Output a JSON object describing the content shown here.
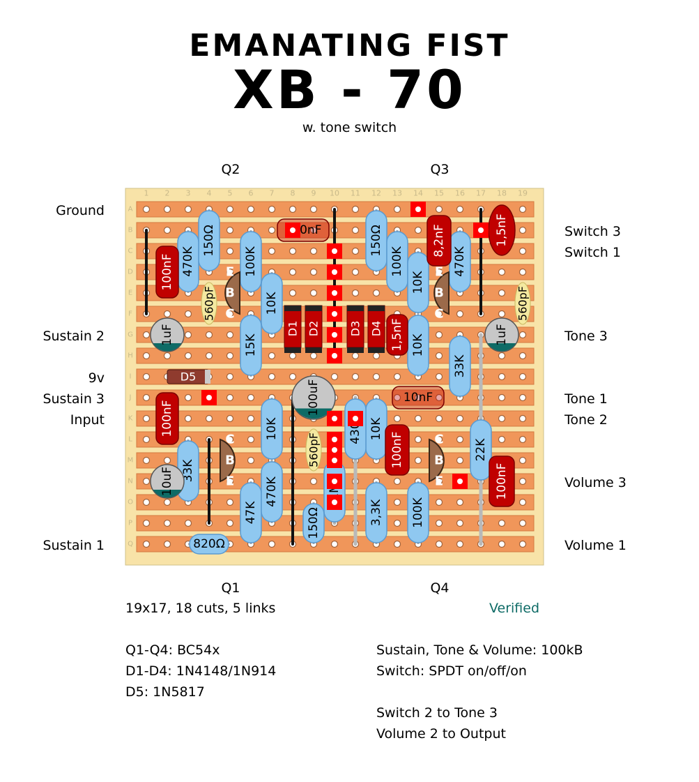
{
  "header": {
    "brand": "EMANATING FIST",
    "model": "XB - 70",
    "subtitle": "w. tone switch"
  },
  "transistor_labels": {
    "q1": "Q1",
    "q2": "Q2",
    "q3": "Q3",
    "q4": "Q4"
  },
  "board": {
    "columns": [
      "1",
      "2",
      "3",
      "4",
      "5",
      "6",
      "7",
      "8",
      "9",
      "10",
      "11",
      "12",
      "13",
      "14",
      "15",
      "16",
      "17",
      "18",
      "19"
    ],
    "rows": [
      "A",
      "B",
      "C",
      "D",
      "E",
      "F",
      "G",
      "H",
      "I",
      "J",
      "K",
      "L",
      "M",
      "N",
      "O",
      "P",
      "Q"
    ]
  },
  "left_labels": {
    "ground": "Ground",
    "sustain2": "Sustain 2",
    "v9": "9v",
    "sustain3": "Sustain 3",
    "input": "Input",
    "sustain1": "Sustain 1"
  },
  "right_labels": {
    "switch3": "Switch 3",
    "switch1": "Switch 1",
    "tone3": "Tone 3",
    "tone1": "Tone 1",
    "tone2": "Tone 2",
    "volume3": "Volume 3",
    "volume1": "Volume 1"
  },
  "components": {
    "r150_a": "150Ω",
    "r470k_a": "470K",
    "r100k_a": "100K",
    "c100nf_a": "100nF",
    "r150_b": "150Ω",
    "r100k_b": "100K",
    "r10k_a": "10K",
    "r470k_b": "470K",
    "c8n2": "8,2nF",
    "c1n5_a": "1,5nF",
    "c100nf_b": "100nF",
    "c560p_a": "560pF",
    "r10k_b": "10K",
    "c1uf_a": "1uF",
    "r15k": "15K",
    "d1": "D1",
    "d2": "D2",
    "d3": "D3",
    "d4": "D4",
    "c1n5_b": "1,5nF",
    "r10k_c": "10K",
    "r33k_a": "33K",
    "c1uf_b": "1uF",
    "c560p_b": "560pF",
    "d5": "D5",
    "c100uf": "100uF",
    "c10nf": "10nF",
    "c100nf_c": "100nF",
    "r10k_d": "10K",
    "r430k": "430K",
    "r10k_e": "10K",
    "c100nf_d": "100nF",
    "r22k": "22K",
    "c100nf_e": "100nF",
    "c560p_c": "560pF",
    "r33k_b": "33K",
    "c10uf": "10uF",
    "r47k": "47K",
    "r470k_c": "470K",
    "r150_c": "150Ω",
    "r1m": "1M",
    "r3k3": "3,3K",
    "r100k_c": "100K",
    "r820": "820Ω",
    "pin_e": "E",
    "pin_b": "B",
    "pin_c": "C"
  },
  "info": {
    "board_size": "19x17, 18 cuts, 5 links",
    "status": "Verified",
    "transistors": "Q1-Q4: BC54x",
    "diodes": "D1-D4: 1N4148/1N914",
    "diode5": "D5: 1N5817",
    "pots": "Sustain, Tone & Volume: 100kB",
    "switch": "Switch: SPDT on/off/on",
    "note1": "Switch 2 to Tone 3",
    "note2": "Volume 2 to Output"
  },
  "colors": {
    "board": "#f8e3a8",
    "strip": "#f0965a",
    "resistor": "#8fc8f0",
    "film_cap": "#c00000",
    "electrolytic": "#c7c7c7",
    "ceramic": "#f4e9a0",
    "transistor": "#9b6a4a",
    "cut": "#ff0000",
    "verified": "#0e6b66"
  }
}
